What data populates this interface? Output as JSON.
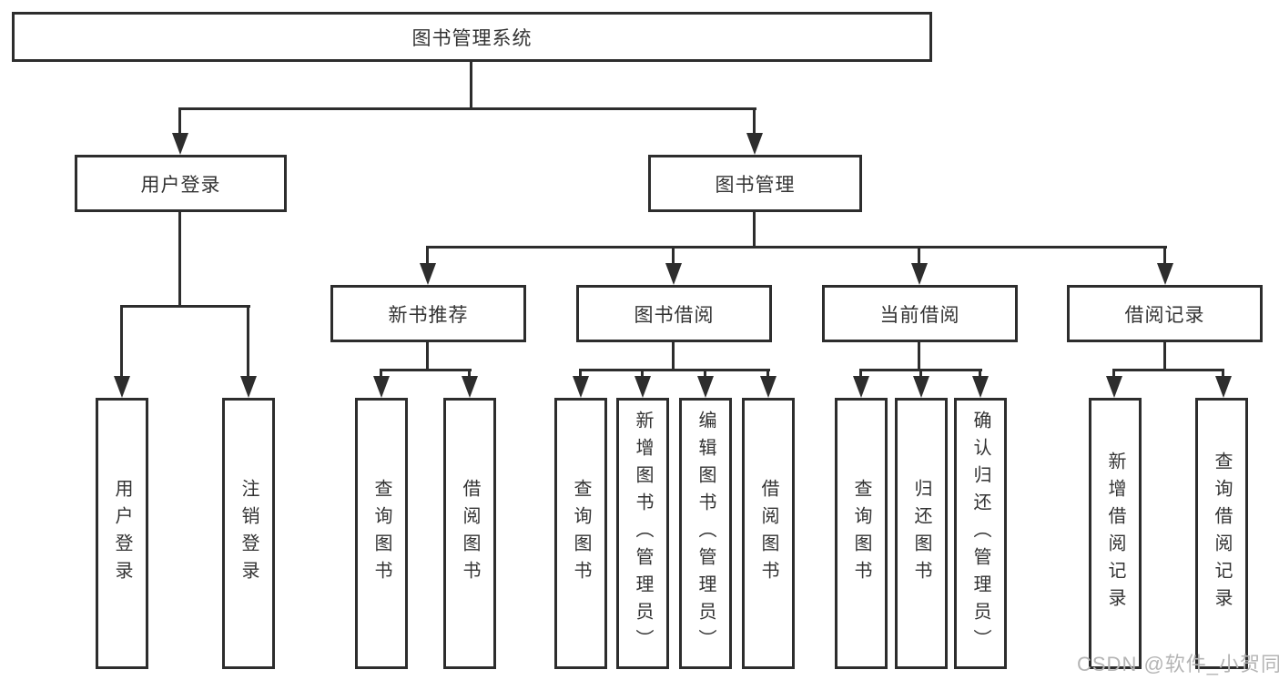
{
  "colors": {
    "line": "#2d2d2d",
    "text": "#333333",
    "watermark": "#b5b5b5",
    "background": "#ffffff"
  },
  "watermark": {
    "text": "CSDN @软件_小贺同学"
  },
  "tree": {
    "root": {
      "label": "图书管理系统"
    },
    "level2": [
      {
        "label": "用户登录",
        "leaves": [
          {
            "label": "用户登录"
          },
          {
            "label": "注销登录"
          }
        ]
      },
      {
        "label": "图书管理",
        "children": [
          {
            "label": "新书推荐",
            "leaves": [
              {
                "label": "查询图书"
              },
              {
                "label": "借阅图书"
              }
            ]
          },
          {
            "label": "图书借阅",
            "leaves": [
              {
                "label": "查询图书"
              },
              {
                "label": "新增图书（管理员）"
              },
              {
                "label": "编辑图书（管理员）"
              },
              {
                "label": "借阅图书"
              }
            ]
          },
          {
            "label": "当前借阅",
            "leaves": [
              {
                "label": "查询图书"
              },
              {
                "label": "归还图书"
              },
              {
                "label": "确认归还（管理员）"
              }
            ]
          },
          {
            "label": "借阅记录",
            "leaves": [
              {
                "label": "新增借阅记录"
              },
              {
                "label": "查询借阅记录"
              }
            ]
          }
        ]
      }
    ]
  }
}
